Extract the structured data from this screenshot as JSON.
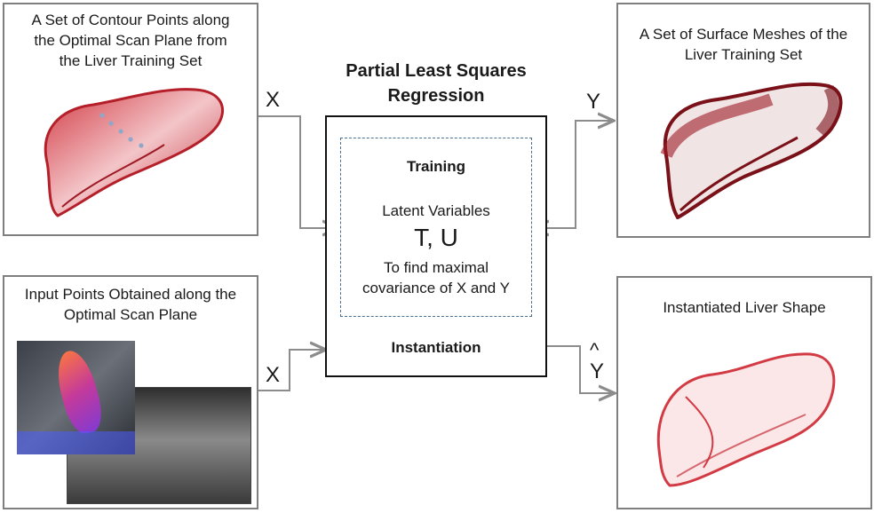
{
  "panels": {
    "contour_points": {
      "title": "A Set of Contour Points along\nthe Optimal Scan Plane from\nthe Liver Training Set"
    },
    "input_points": {
      "title": "Input Points Obtained along the\nOptimal Scan Plane"
    },
    "surface_meshes": {
      "title": "A Set of Surface Meshes of the\nLiver Training Set"
    },
    "instantiated": {
      "title": "Instantiated Liver Shape"
    }
  },
  "pls": {
    "title": "Partial Least Squares\nRegression",
    "training": "Training",
    "latent": "Latent Variables",
    "tu": "T, U",
    "desc": "To find maximal\ncovariance of X and Y",
    "instantiation": "Instantiation"
  },
  "arrows": {
    "x_top": "X",
    "x_bottom": "X",
    "y_top": "Y",
    "y_hat": "Y",
    "hat": "^"
  },
  "colors": {
    "border": "#7f7f7f",
    "dashed": "#4a6f8f",
    "liver_dark": "#9e1b25",
    "liver_mid": "#c8303a"
  }
}
